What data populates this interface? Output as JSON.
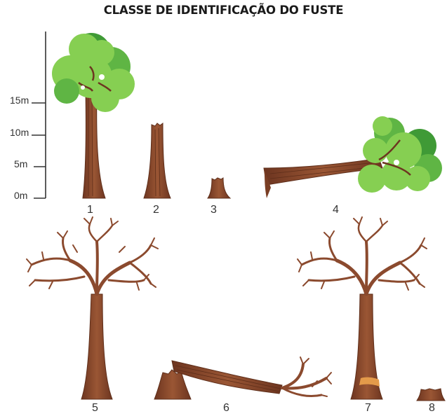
{
  "title": "CLASSE DE IDENTIFICAÇÃO DO FUSTE",
  "scale": {
    "ticks": [
      "15m",
      "10m",
      "5m",
      "0m"
    ]
  },
  "classes": [
    "1",
    "2",
    "3",
    "4",
    "5",
    "6",
    "7",
    "8"
  ],
  "colors": {
    "trunk": "#8b4a2e",
    "trunk_dark": "#5e2e1a",
    "foliage": "#86cf52",
    "foliage_dark": "#3f9a36",
    "band": "#e39a4a"
  }
}
